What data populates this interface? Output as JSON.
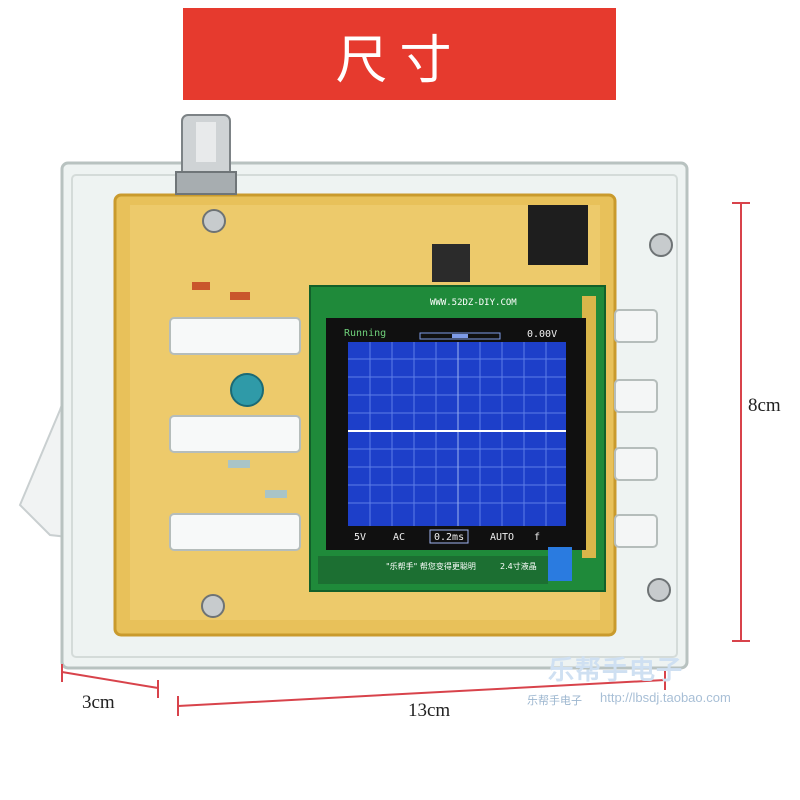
{
  "banner": {
    "title": "尺寸",
    "color": "#e63a2e"
  },
  "dimensions": {
    "height": "8cm",
    "depth": "3cm",
    "width": "13cm",
    "line_color": "#d8434b"
  },
  "device": {
    "board_url": "WWW.52DZ-DIY.COM",
    "lcd": {
      "status": "Running",
      "voltage": "0.00V",
      "volts_div": "5V",
      "coupling": "AC",
      "timebase": "0.2ms",
      "trigger_mode": "AUTO",
      "trigger_edge": "f",
      "screen_color": "#1d3fc9"
    },
    "bottom_text": "\"乐帮手\" 帮您变得更聪明",
    "lcd_size": "2.4寸液晶"
  },
  "watermark": {
    "brand": "乐帮手电子",
    "brand_small": "乐帮手电子",
    "url": "http://lbsdj.taobao.com"
  }
}
